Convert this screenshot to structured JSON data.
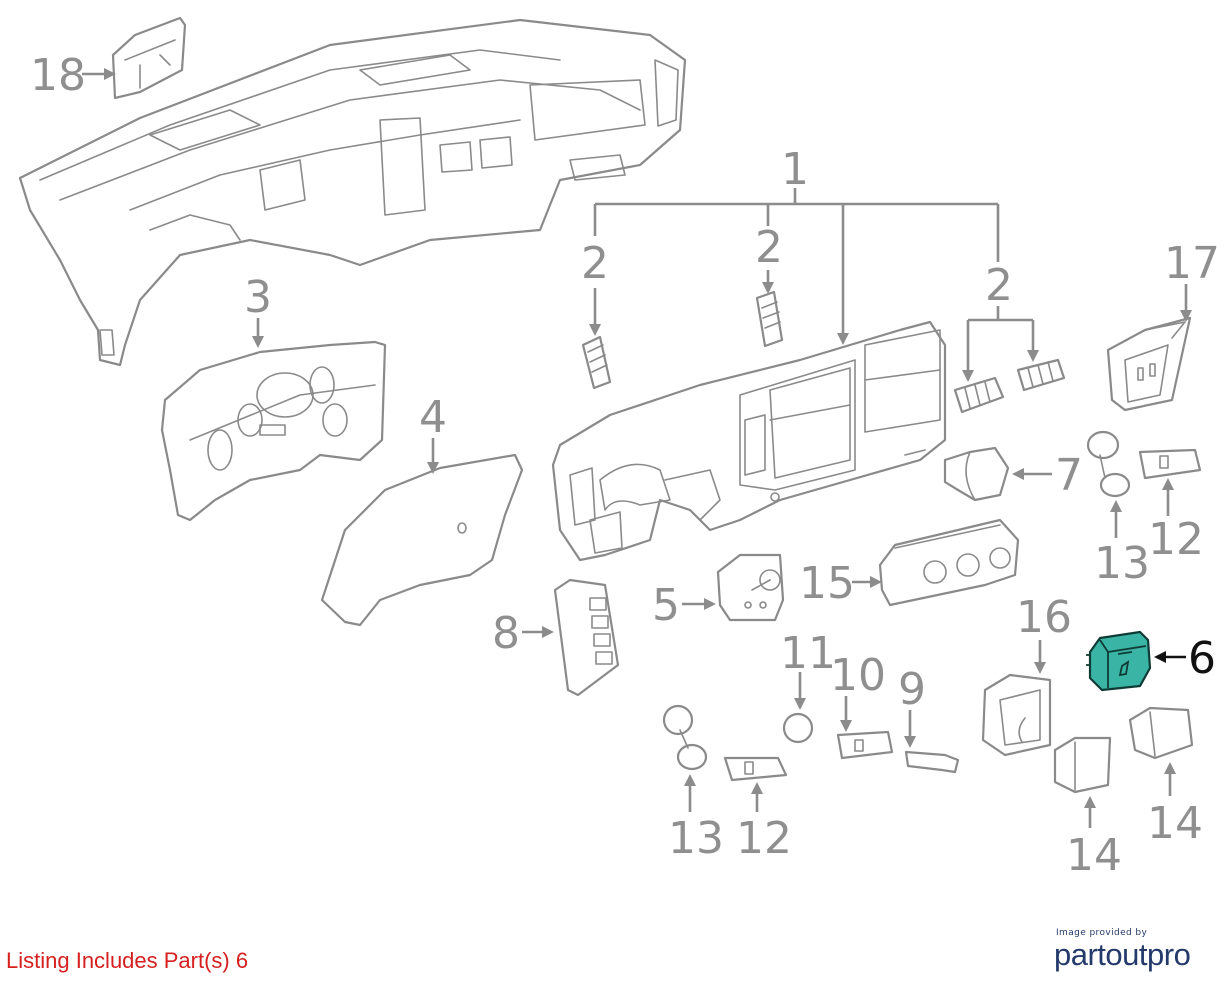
{
  "callouts": {
    "c1": "1",
    "c2a": "2",
    "c2b": "2",
    "c2c": "2",
    "c3": "3",
    "c4": "4",
    "c5": "5",
    "c6": "6",
    "c7": "7",
    "c8": "8",
    "c9": "9",
    "c10": "10",
    "c11": "11",
    "c12a": "12",
    "c12b": "12",
    "c13a": "13",
    "c13b": "13",
    "c14a": "14",
    "c14b": "14",
    "c15": "15",
    "c16": "16",
    "c17": "17",
    "c18": "18"
  },
  "highlighted_part": "6",
  "colors": {
    "highlight_fill": "#3ab5a5",
    "line_art": "#8a8a8a",
    "note_text": "#d61f1f",
    "logo": "#243a6b"
  },
  "footer": {
    "listing_note": "Listing Includes Part(s) 6",
    "credit_small": "Image provided by",
    "credit_logo": "partoutpro"
  }
}
